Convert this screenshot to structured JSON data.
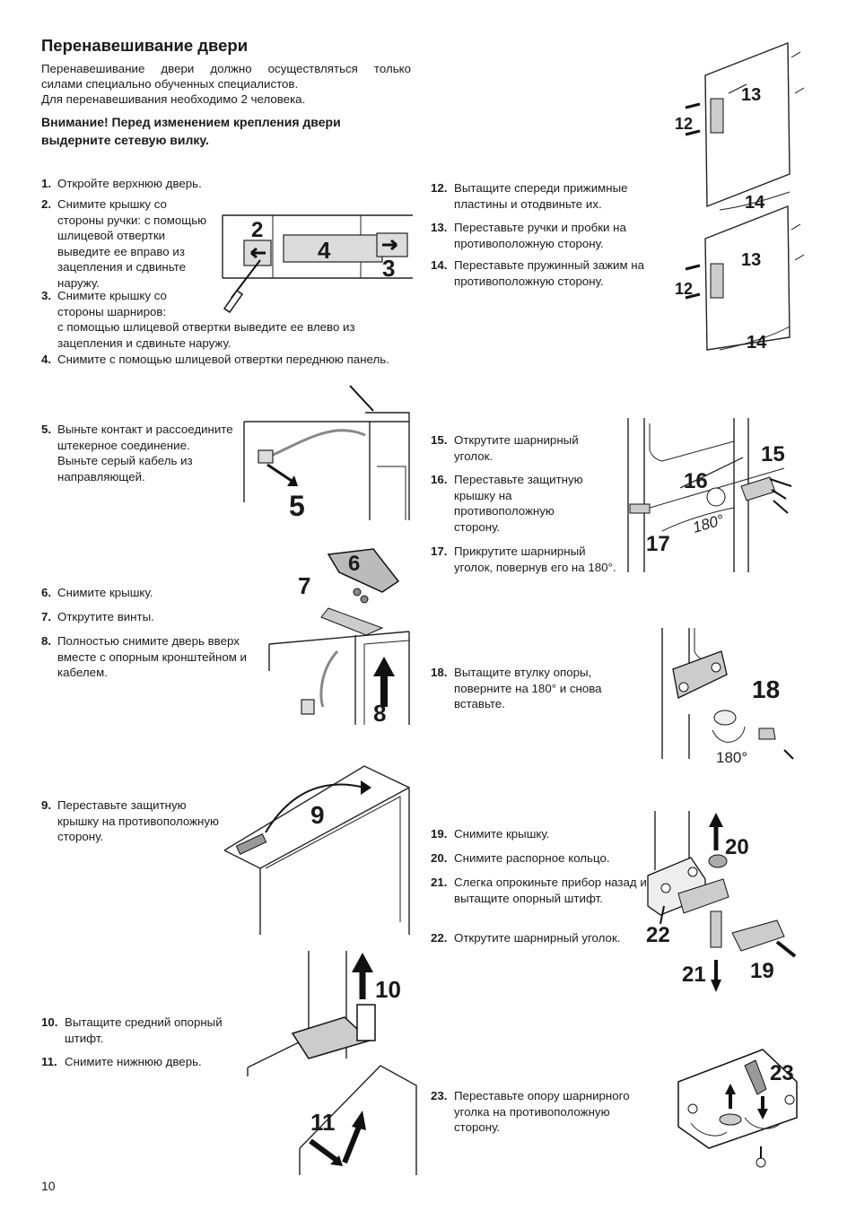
{
  "title": "Перенавешивание двери",
  "intro": {
    "line1": "Перенавешивание двери должно осуществляться только",
    "line2": "силами специально обученных специалистов.",
    "line3": "Для перенавешивания необходимо 2 человека."
  },
  "warning": "Внимание! Перед изменением крепления двери выдерните сетевую вилку.",
  "steps": {
    "s1": {
      "num": "1.",
      "text": "Откройте верхнюю дверь."
    },
    "s2": {
      "num": "2.",
      "text": "Снимите крышку со стороны ручки: с помощью шлицевой отвертки выведите ее вправо из зацепления и сдвиньте наружу."
    },
    "s3": {
      "num": "3.",
      "text": "Снимите крышку со стороны шарниров:",
      "text2": "с помощью шлицевой отвертки выведите ее влево из зацепления и сдвиньте наружу."
    },
    "s4": {
      "num": "4.",
      "text": "Снимите с помощью шлицевой отвертки переднюю панель."
    },
    "s5": {
      "num": "5.",
      "text": "Выньте контакт и рассоедините штекерное соединение. Выньте серый кабель из направляющей."
    },
    "s6": {
      "num": "6.",
      "text": "Снимите крышку."
    },
    "s7": {
      "num": "7.",
      "text": "Открутите винты."
    },
    "s8": {
      "num": "8.",
      "text": "Полностью снимите дверь вверх вместе с опорным кронштейном и кабелем."
    },
    "s9": {
      "num": "9.",
      "text": "Переставьте защитную крышку на противоположную сторону."
    },
    "s10": {
      "num": "10.",
      "text": "Вытащите средний опорный штифт."
    },
    "s11": {
      "num": "11.",
      "text": "Снимите нижнюю дверь."
    },
    "s12": {
      "num": "12.",
      "text": "Вытащите спереди прижимные пластины и отодвиньте их."
    },
    "s13": {
      "num": "13.",
      "text": "Переставьте ручки и пробки на противоположную сторону."
    },
    "s14": {
      "num": "14.",
      "text": "Переставьте пружинный зажим на противоположную сторону."
    },
    "s15": {
      "num": "15.",
      "text": "Открутите шарнирный уголок."
    },
    "s16": {
      "num": "16.",
      "text": "Переставьте защитную крышку на противоположную сторону."
    },
    "s17": {
      "num": "17.",
      "text": "Прикрутите шарнирный уголок, повернув его на 180°."
    },
    "s18": {
      "num": "18.",
      "text": "Вытащите втулку опоры, поверните на 180° и снова вставьте."
    },
    "s19": {
      "num": "19.",
      "text": "Снимите крышку."
    },
    "s20": {
      "num": "20.",
      "text": "Снимите распорное кольцо."
    },
    "s21": {
      "num": "21.",
      "text": "Слегка опрокиньте прибор назад и вытащите опорный штифт."
    },
    "s22": {
      "num": "22.",
      "text": "Открутите шарнирный уголок."
    },
    "s23": {
      "num": "23.",
      "text": "Переставьте опору шарнирного уголка на противоположную сторону."
    }
  },
  "callouts": {
    "c2": "2",
    "c3": "3",
    "c4": "4",
    "c5": "5",
    "c6": "6",
    "c7": "7",
    "c8": "8",
    "c9": "9",
    "c10": "10",
    "c11": "11",
    "c12a": "12",
    "c12b": "12",
    "c13a": "13",
    "c13b": "13",
    "c14a": "14",
    "c14b": "14",
    "c15": "15",
    "c16": "16",
    "c17": "17",
    "c18": "18",
    "c19": "19",
    "c20": "20",
    "c21": "21",
    "c22": "22",
    "c23": "23",
    "deg1": "180°",
    "deg2": "180°"
  },
  "page_number": "10"
}
